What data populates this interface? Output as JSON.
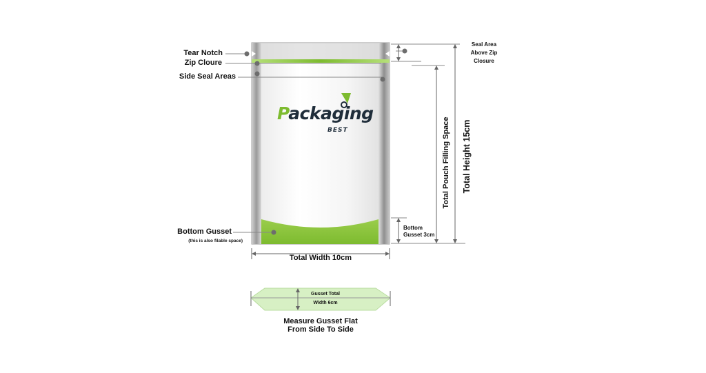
{
  "labels": {
    "tear_notch": "Tear Notch",
    "zip_closure": "Zip Cloure",
    "side_seal_areas": "Side Seal Areas",
    "bottom_gusset": "Bottom Gusset",
    "bottom_gusset_note": "(this is also filable space)",
    "seal_area_line1": "Seal Area",
    "seal_area_line2": "Above Zip",
    "seal_area_line3": "Closure",
    "total_height": "Total Height 15cm",
    "total_filling_space": "Total Pouch Filling Space",
    "bottom_gusset_dim_line1": "Bottom",
    "bottom_gusset_dim_line2": "Gusset 3cm",
    "total_width": "Total Width 10cm",
    "gusset_total_line1": "Gusset Total",
    "gusset_total_line2": "Width 6cm",
    "measure_line1": "Measure Gusset Flat",
    "measure_line2": "From Side To Side"
  },
  "logo": {
    "word_first": "P",
    "word_rest": "ackaging",
    "sub": "BEST"
  },
  "colors": {
    "brand_green": "#7dbb2f",
    "gusset_fill": "#d7f0c4",
    "seal_gray": "#a9a9a9",
    "line_gray": "#8a8a8a"
  }
}
